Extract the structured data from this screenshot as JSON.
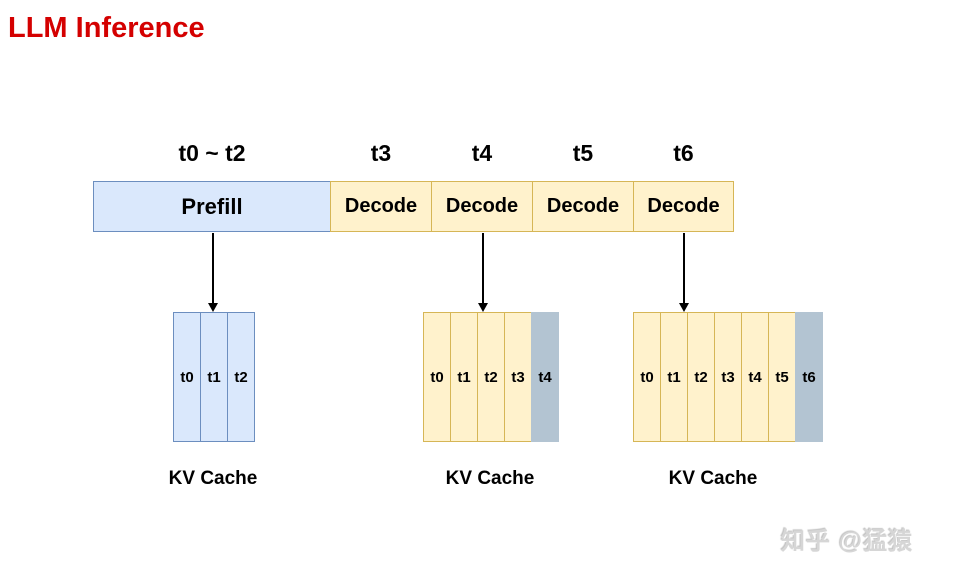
{
  "title": "LLM Inference",
  "timeline": {
    "segments": [
      {
        "time_label": "t0 ~ t2",
        "label": "Prefill",
        "type": "prefill"
      },
      {
        "time_label": "t3",
        "label": "Decode",
        "type": "decode"
      },
      {
        "time_label": "t4",
        "label": "Decode",
        "type": "decode"
      },
      {
        "time_label": "t5",
        "label": "Decode",
        "type": "decode"
      },
      {
        "time_label": "t6",
        "label": "Decode",
        "type": "decode"
      }
    ]
  },
  "kv_caches": [
    {
      "label": "KV Cache",
      "cells": [
        {
          "text": "t0",
          "type": "prefill"
        },
        {
          "text": "t1",
          "type": "prefill"
        },
        {
          "text": "t2",
          "type": "prefill"
        }
      ]
    },
    {
      "label": "KV Cache",
      "cells": [
        {
          "text": "t0",
          "type": "decode"
        },
        {
          "text": "t1",
          "type": "decode"
        },
        {
          "text": "t2",
          "type": "decode"
        },
        {
          "text": "t3",
          "type": "decode"
        },
        {
          "text": "t4",
          "type": "new"
        }
      ]
    },
    {
      "label": "KV Cache",
      "cells": [
        {
          "text": "t0",
          "type": "decode"
        },
        {
          "text": "t1",
          "type": "decode"
        },
        {
          "text": "t2",
          "type": "decode"
        },
        {
          "text": "t3",
          "type": "decode"
        },
        {
          "text": "t4",
          "type": "decode"
        },
        {
          "text": "t5",
          "type": "decode"
        },
        {
          "text": "t6",
          "type": "new"
        }
      ]
    }
  ],
  "watermark": "知乎 @猛猿",
  "colors": {
    "title": "#d40000",
    "prefill_fill": "#dae8fc",
    "prefill_border": "#6c8ebf",
    "decode_fill": "#fff2cc",
    "decode_border": "#d6b656",
    "new_cell_fill": "#b3c4d2",
    "arrow": "#000000"
  }
}
